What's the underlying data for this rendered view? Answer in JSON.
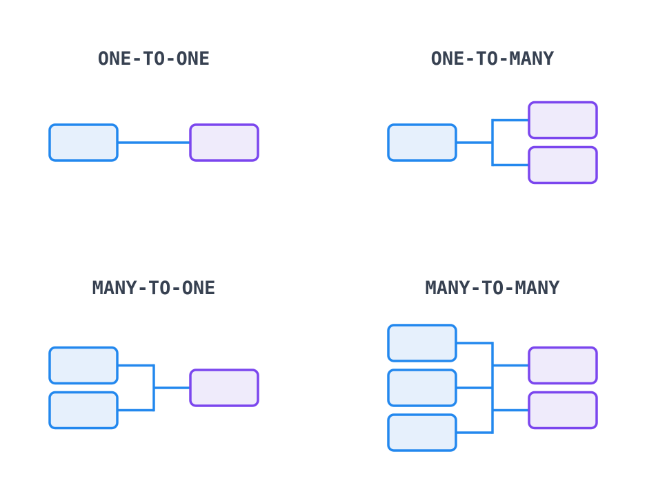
{
  "colors": {
    "background": "#ffffff",
    "title": "#374151",
    "blue_stroke": "#2388ee",
    "blue_fill": "#e6f0fc",
    "purple_stroke": "#7b46ee",
    "purple_fill": "#efebfb",
    "connector": "#2388ee"
  },
  "panels": [
    {
      "id": "one-to-one",
      "title": "ONE-TO-ONE",
      "left_entities": 1,
      "right_entities": 1
    },
    {
      "id": "one-to-many",
      "title": "ONE-TO-MANY",
      "left_entities": 1,
      "right_entities": 2
    },
    {
      "id": "many-to-one",
      "title": "MANY-TO-ONE",
      "left_entities": 2,
      "right_entities": 1
    },
    {
      "id": "many-to-many",
      "title": "MANY-TO-MANY",
      "left_entities": 3,
      "right_entities": 2
    }
  ]
}
